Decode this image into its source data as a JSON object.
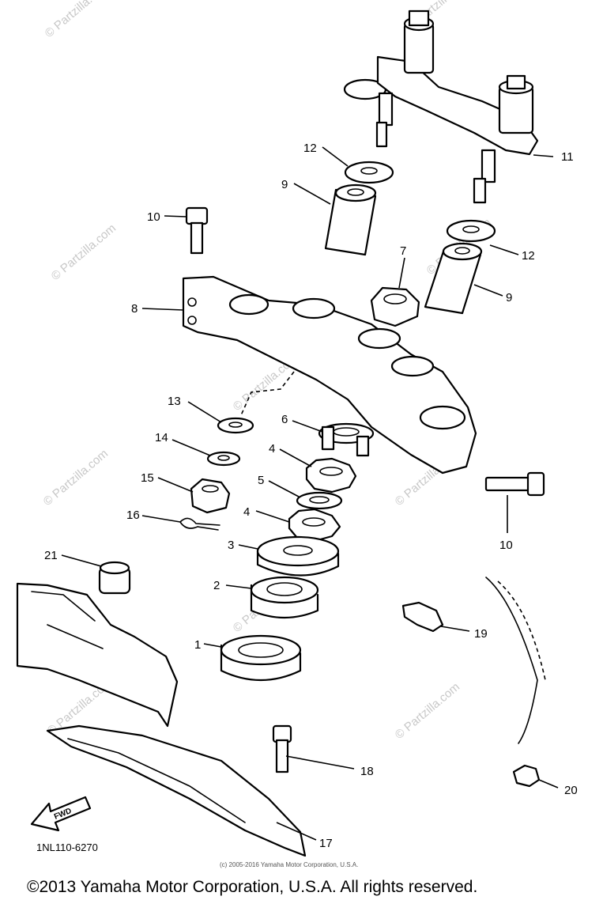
{
  "watermarks": [
    "© Partzilla.com",
    "© Partzilla.com",
    "© Partzilla.com",
    "© Partzilla.com",
    "© Partzilla.com",
    "© Partzilla.com",
    "© Partzilla.com",
    "© Partzilla.com",
    "© Partzilla.com",
    "© Partzilla.com"
  ],
  "callouts": [
    {
      "id": "11",
      "label": "11"
    },
    {
      "id": "12a",
      "label": "12"
    },
    {
      "id": "9a",
      "label": "9"
    },
    {
      "id": "10a",
      "label": "10"
    },
    {
      "id": "12b",
      "label": "12"
    },
    {
      "id": "7",
      "label": "7"
    },
    {
      "id": "9b",
      "label": "9"
    },
    {
      "id": "8",
      "label": "8"
    },
    {
      "id": "13",
      "label": "13"
    },
    {
      "id": "6",
      "label": "6"
    },
    {
      "id": "14",
      "label": "14"
    },
    {
      "id": "4a",
      "label": "4"
    },
    {
      "id": "15",
      "label": "15"
    },
    {
      "id": "5",
      "label": "5"
    },
    {
      "id": "16",
      "label": "16"
    },
    {
      "id": "4b",
      "label": "4"
    },
    {
      "id": "10b",
      "label": "10"
    },
    {
      "id": "3",
      "label": "3"
    },
    {
      "id": "21",
      "label": "21"
    },
    {
      "id": "2",
      "label": "2"
    },
    {
      "id": "19",
      "label": "19"
    },
    {
      "id": "1",
      "label": "1"
    },
    {
      "id": "18",
      "label": "18"
    },
    {
      "id": "20",
      "label": "20"
    },
    {
      "id": "17",
      "label": "17"
    }
  ],
  "fwd_label": "FWD",
  "diagram_code": "1NL110-6270",
  "small_copyright": "(c) 2005-2016 Yamaha Motor Corporation, U.S.A.",
  "footer_copyright": "©2013 Yamaha Motor Corporation, U.S.A. All rights reserved."
}
